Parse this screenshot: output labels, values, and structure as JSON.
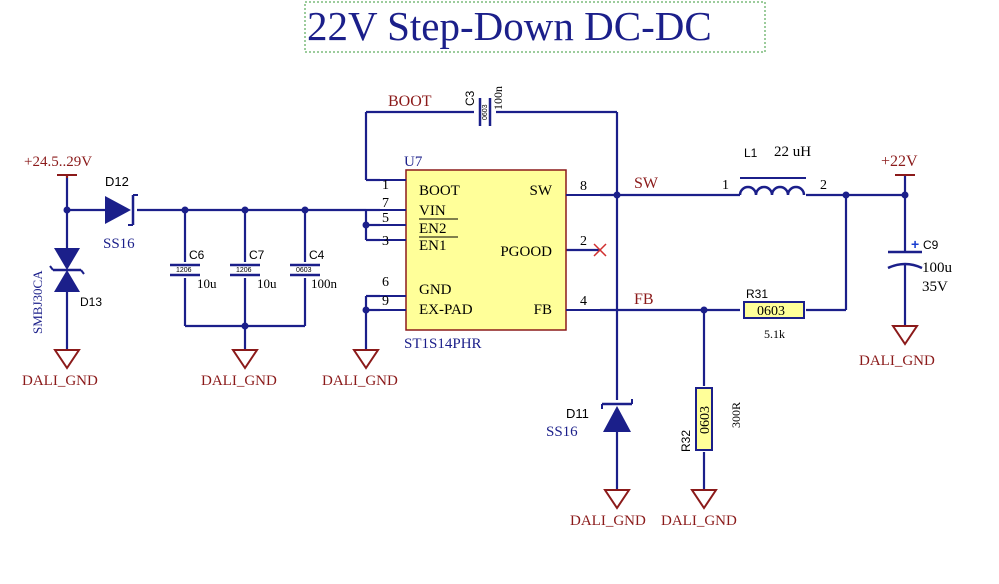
{
  "title": "22V Step-Down DC-DC",
  "nets": {
    "vin": "+24.5..29V",
    "vout": "+22V",
    "boot": "BOOT",
    "sw": "SW",
    "fb": "FB",
    "gnd": "DALI_GND"
  },
  "ic": {
    "designator": "U7",
    "part": "ST1S14PHR",
    "pins": {
      "boot": {
        "num": "1",
        "name": "BOOT"
      },
      "vin": {
        "num": "7",
        "name": "VIN"
      },
      "en2": {
        "num": "5",
        "name": "EN2"
      },
      "en1": {
        "num": "3",
        "name": "EN1"
      },
      "gnd": {
        "num": "6",
        "name": "GND"
      },
      "expad": {
        "num": "9",
        "name": "EX-PAD"
      },
      "sw": {
        "num": "8",
        "name": "SW"
      },
      "pgood": {
        "num": "2",
        "name": "PGOOD"
      },
      "fb": {
        "num": "4",
        "name": "FB"
      }
    }
  },
  "components": {
    "d12": {
      "ref": "D12",
      "value": "SS16"
    },
    "d13": {
      "ref": "D13",
      "value": "SMBJ30CA"
    },
    "d11": {
      "ref": "D11",
      "value": "SS16"
    },
    "c6": {
      "ref": "C6",
      "pkg": "1206",
      "value": "10u"
    },
    "c7": {
      "ref": "C7",
      "pkg": "1206",
      "value": "10u"
    },
    "c4": {
      "ref": "C4",
      "pkg": "0603",
      "value": "100n"
    },
    "c3": {
      "ref": "C3",
      "pkg": "0603",
      "value": "100n"
    },
    "c9": {
      "ref": "C9",
      "value": "100u",
      "voltage": "35V",
      "polarity": "+"
    },
    "l1": {
      "ref": "L1",
      "value": "22 uH",
      "pin1": "1",
      "pin2": "2"
    },
    "r31": {
      "ref": "R31",
      "pkg": "0603",
      "value": "5.1k"
    },
    "r32": {
      "ref": "R32",
      "pkg": "0603",
      "value": "300R"
    }
  },
  "colors": {
    "wire": "#1b1f8a",
    "label": "#8b1a1a",
    "ic_fill": "#ffff99",
    "ground": "#8b1a1a"
  }
}
